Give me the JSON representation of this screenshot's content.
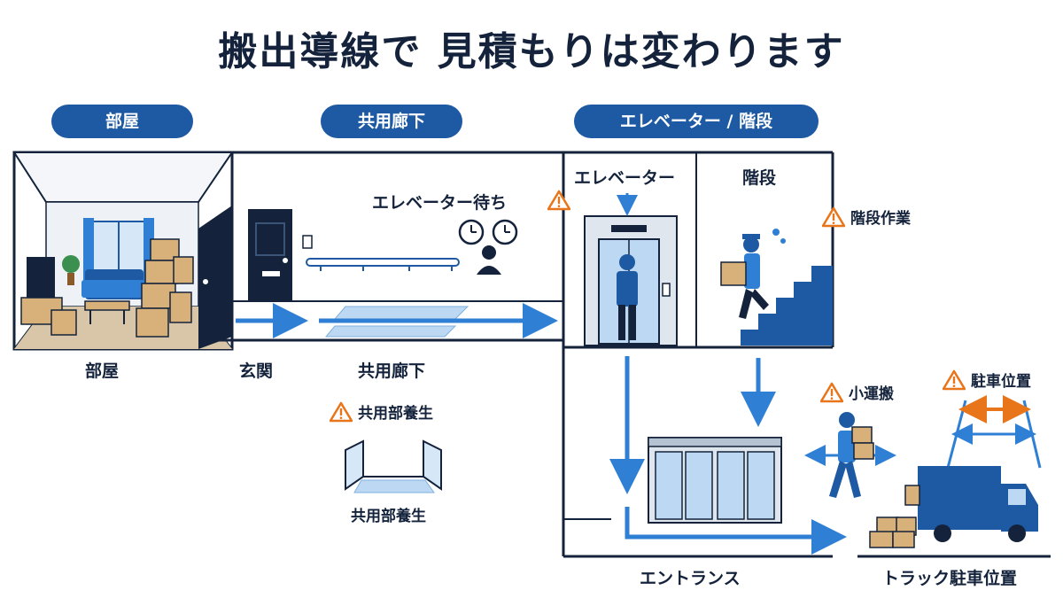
{
  "title": "搬出導線で 見積もりは変わります",
  "sections": {
    "room": "部屋",
    "corridor": "共用廊下",
    "elevator_stairs": "エレベーター / 階段"
  },
  "labels": {
    "room": "部屋",
    "entrance_hall": "玄関",
    "corridor": "共用廊下",
    "elevator_wait": "エレベーター待ち",
    "elevator": "エレベーター",
    "stairs": "階段",
    "entrance": "エントランス",
    "truck_parking": "トラック駐車位置",
    "protection_caption": "共用部養生"
  },
  "warnings": {
    "protection": "共用部養生",
    "stairs_work": "階段作業",
    "short_carry": "小運搬",
    "parking": "駐車位置"
  },
  "colors": {
    "navy": "#14233b",
    "blue": "#1d5aa3",
    "arrow_blue": "#2f7fd4",
    "light_blue": "#bcd8f2",
    "box": "#d8b07a",
    "warning": "#e8751a"
  }
}
